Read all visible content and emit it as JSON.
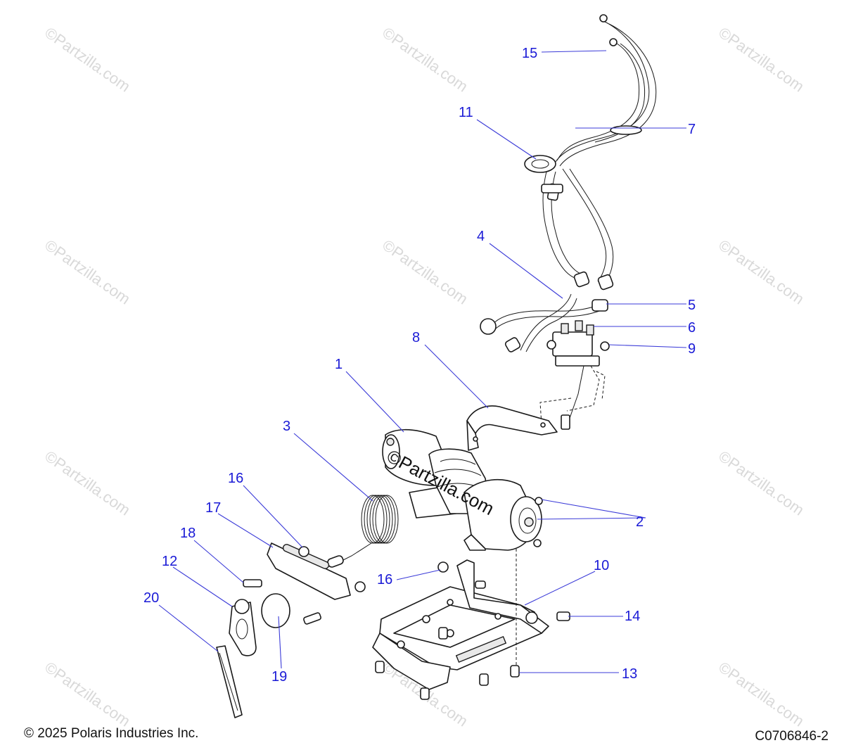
{
  "watermark": {
    "text": "©Partzilla.com",
    "center_text": "©Partzilla.com"
  },
  "footer": {
    "copyright": "© 2025 Polaris Industries Inc.",
    "figure_code": "C0706846-2"
  },
  "callouts": [
    {
      "id": "c1",
      "label": "1"
    },
    {
      "id": "c2",
      "label": "2"
    },
    {
      "id": "c3",
      "label": "3"
    },
    {
      "id": "c4",
      "label": "4"
    },
    {
      "id": "c5",
      "label": "5"
    },
    {
      "id": "c6",
      "label": "6"
    },
    {
      "id": "c7",
      "label": "7"
    },
    {
      "id": "c8",
      "label": "8"
    },
    {
      "id": "c9",
      "label": "9"
    },
    {
      "id": "c10",
      "label": "10"
    },
    {
      "id": "c11",
      "label": "11"
    },
    {
      "id": "c12",
      "label": "12"
    },
    {
      "id": "c13",
      "label": "13"
    },
    {
      "id": "c14",
      "label": "14"
    },
    {
      "id": "c15",
      "label": "15"
    },
    {
      "id": "c16a",
      "label": "16"
    },
    {
      "id": "c16b",
      "label": "16"
    },
    {
      "id": "c17",
      "label": "17"
    },
    {
      "id": "c18",
      "label": "18"
    },
    {
      "id": "c19",
      "label": "19"
    },
    {
      "id": "c20",
      "label": "20"
    }
  ],
  "colors": {
    "callout": "#1a1ad6",
    "leader": "#3b3bd8",
    "linework": "#1a1a1a",
    "watermark": "#d9d9d9"
  }
}
